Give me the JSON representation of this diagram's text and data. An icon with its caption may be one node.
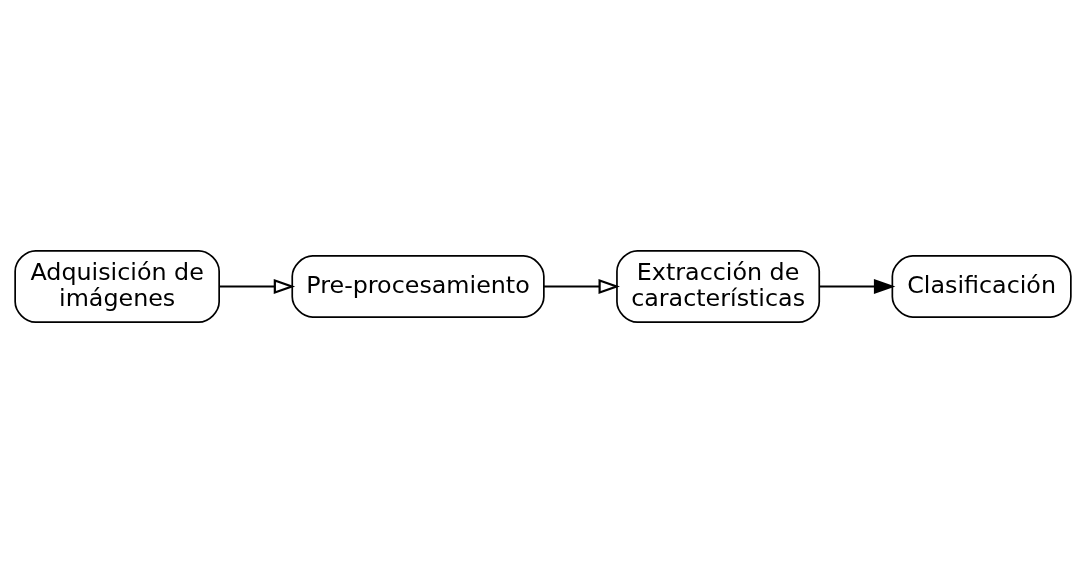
{
  "diagram": {
    "nodes": [
      {
        "text": [
          "Adquisición de imágenes"
        ]
      },
      {
        "text": [
          "Pre-procesamiento"
        ]
      },
      {
        "text": [
          "Extracción de características"
        ]
      },
      {
        "text": [
          "Clasificación"
        ]
      }
    ],
    "edges": [
      {
        "from": 0,
        "to": 1,
        "arrow": "to"
      },
      {
        "from": 1,
        "to": 2,
        "arrow": "to"
      },
      {
        "from": 2,
        "to": 3,
        "arrow": "to"
      }
    ]
  }
}
